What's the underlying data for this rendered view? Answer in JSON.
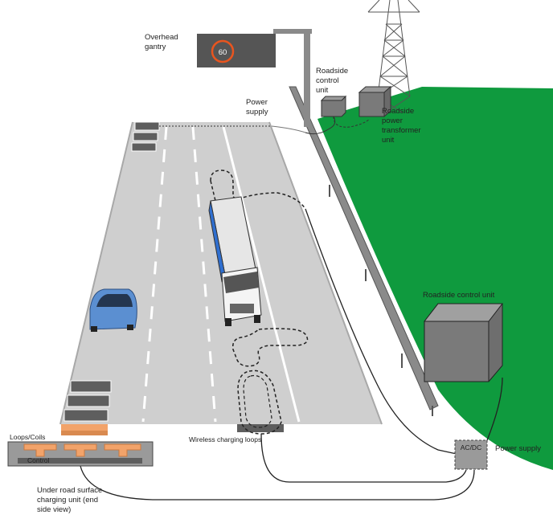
{
  "labels": {
    "overhead_gantry": [
      "Overhead",
      "gantry"
    ],
    "power_supply_top": [
      "Power",
      "supply"
    ],
    "roadside_control_unit_top": [
      "Roadside",
      "control",
      "unit"
    ],
    "roadside_power_transformer": [
      "Roadside",
      "power",
      "transformer",
      "unit"
    ],
    "roadside_control_unit_big": "Roadside control unit",
    "wireless_charging_loops": "Wireless charging loops",
    "ac_dc": "AC/DC",
    "power_supply_bottom": "Power supply",
    "loops_coils": "Loops/Coils",
    "control": "Control",
    "under_road_unit": [
      "Under road surface",
      "charging unit (end",
      "side view)"
    ]
  },
  "gantry_sign": {
    "display": "60"
  },
  "colors": {
    "grass": "#0f9a3e",
    "road": "#cfcfcf",
    "road_edge": "#a8a8a8",
    "unit_dark": "#5e5e5e",
    "coil_orange": "#f2a36a",
    "cable": "#333333",
    "truck_cab": "#f4f4f4",
    "truck_trailer_side": "#2f6fd0",
    "car_blue": "#5b8fd1",
    "sign_ring": "#e8551f"
  }
}
